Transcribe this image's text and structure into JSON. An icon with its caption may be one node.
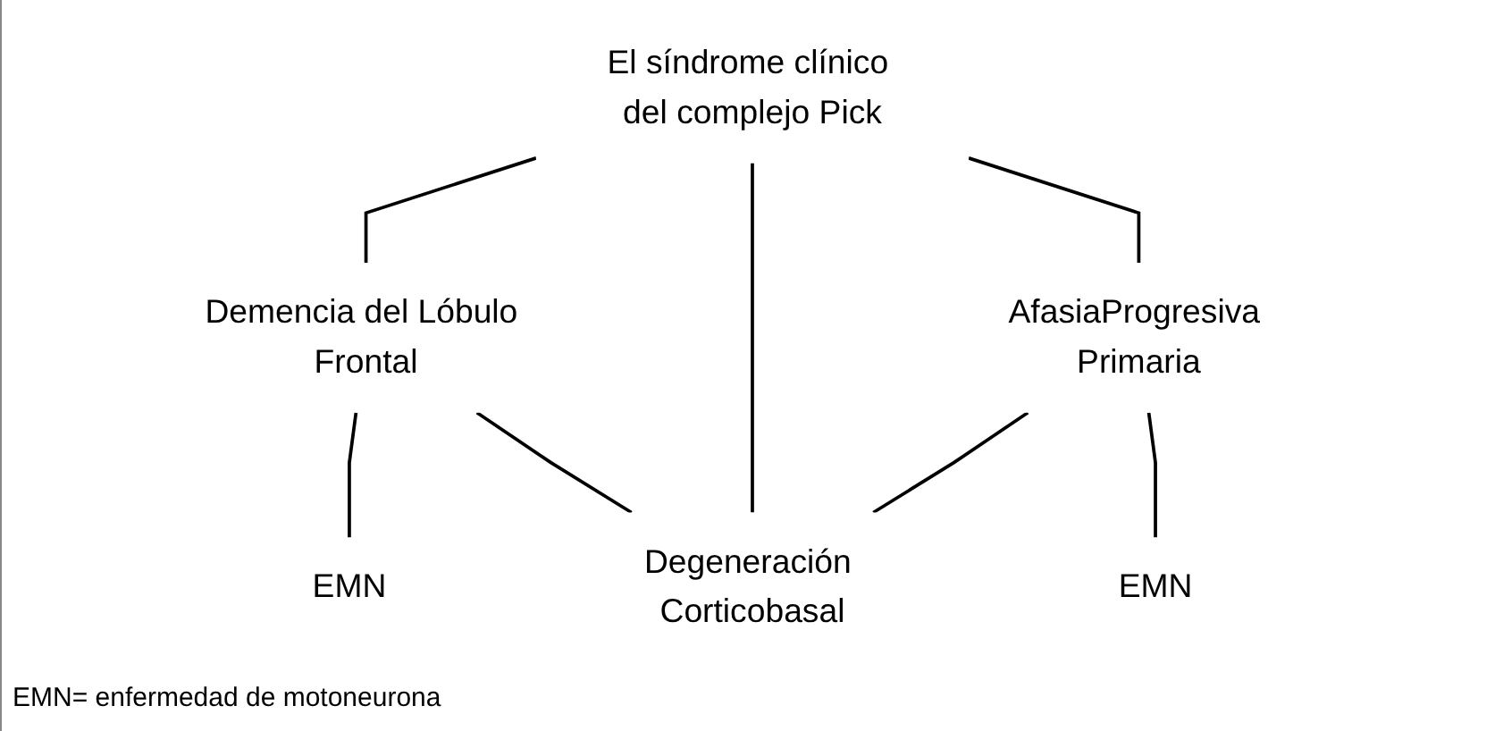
{
  "diagram": {
    "nodes": [
      {
        "text": [
          "El síndrome clínico del complejo Pick"
        ]
      },
      {
        "text": [
          "Demencia del Lóbulo Frontal"
        ]
      },
      {
        "text": [
          "AfasiaProgresiva Primaria"
        ]
      },
      {
        "text": [
          "EMN"
        ]
      },
      {
        "text": [
          "Degeneración Corticobasal"
        ]
      },
      {
        "text": [
          "EMN"
        ]
      }
    ],
    "edges": [
      {
        "from": 0,
        "to": 1,
        "arrow": "none"
      },
      {
        "from": 0,
        "to": 4,
        "arrow": "none"
      },
      {
        "from": 0,
        "to": 2,
        "arrow": "none"
      },
      {
        "from": 1,
        "to": 3,
        "arrow": "none"
      },
      {
        "from": 1,
        "to": 4,
        "arrow": "none"
      },
      {
        "from": 2,
        "to": 4,
        "arrow": "none"
      },
      {
        "from": 2,
        "to": 5,
        "arrow": "none"
      }
    ],
    "labels": [
      "EMN= enfermedad de motoneurona"
    ]
  }
}
